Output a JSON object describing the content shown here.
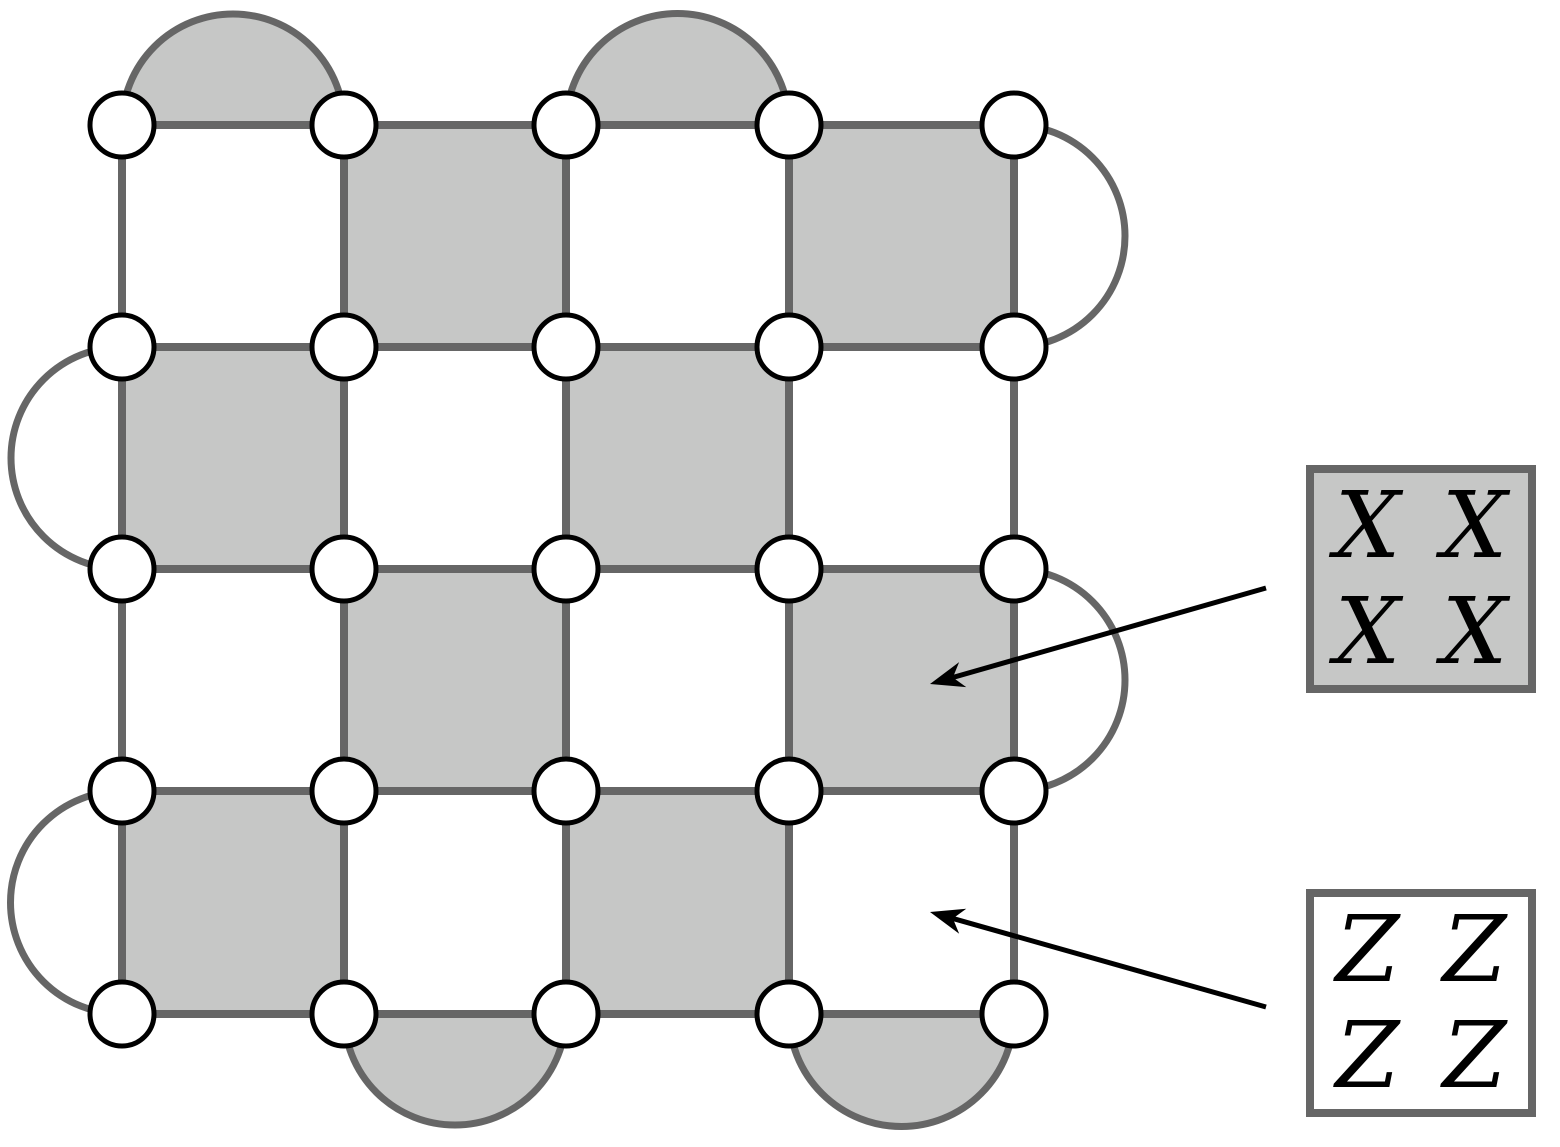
{
  "colors": {
    "face_fill": "#c6c7c6",
    "edge": "#666666",
    "qubit_stroke": "#000000",
    "qubit_fill": "#ffffff",
    "arrow": "#000000"
  },
  "lattice": {
    "rows": 5,
    "cols": 5,
    "shaded_plaquettes": [
      [
        0,
        1
      ],
      [
        0,
        3
      ],
      [
        1,
        0
      ],
      [
        1,
        2
      ],
      [
        2,
        1
      ],
      [
        2,
        3
      ],
      [
        3,
        0
      ],
      [
        3,
        2
      ]
    ],
    "boundary_semicircles": [
      {
        "side": "top",
        "between_cols": [
          0,
          1
        ],
        "shaded": true
      },
      {
        "side": "top",
        "between_cols": [
          2,
          3
        ],
        "shaded": true
      },
      {
        "side": "right",
        "between_rows": [
          0,
          1
        ],
        "shaded": false
      },
      {
        "side": "right",
        "between_rows": [
          2,
          3
        ],
        "shaded": false
      },
      {
        "side": "left",
        "between_rows": [
          1,
          2
        ],
        "shaded": false
      },
      {
        "side": "left",
        "between_rows": [
          3,
          4
        ],
        "shaded": false
      },
      {
        "side": "bottom",
        "between_cols": [
          1,
          2
        ],
        "shaded": true
      },
      {
        "side": "bottom",
        "between_cols": [
          3,
          4
        ],
        "shaded": true
      }
    ]
  },
  "legend": {
    "x_stabilizer": {
      "symbols": [
        "X",
        "X",
        "X",
        "X"
      ],
      "fill": "#c6c7c6"
    },
    "z_stabilizer": {
      "symbols": [
        "Z",
        "Z",
        "Z",
        "Z"
      ],
      "fill": "#ffffff"
    }
  },
  "icons": {
    "qubit": "circle-node-icon",
    "arrow": "arrow-left-icon"
  }
}
